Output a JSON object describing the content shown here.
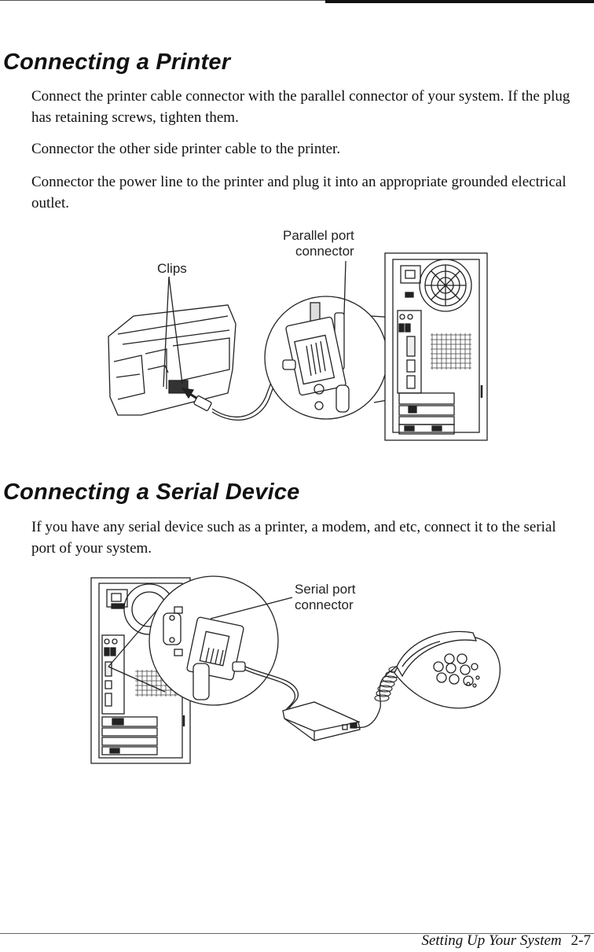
{
  "sections": {
    "printer": {
      "title": "Connecting a Printer",
      "paragraphs": [
        "Connect the printer cable connector with the parallel connector of your system. If the plug has retaining screws, tighten them.",
        "Connector the other side printer cable to the printer.",
        "Connector the power line to the printer and plug it into an appropriate grounded electrical outlet."
      ],
      "figure": {
        "label_clips": "Clips",
        "label_port_line1": "Parallel port",
        "label_port_line2": "connector"
      }
    },
    "serial": {
      "title": "Connecting a Serial Device",
      "paragraphs": [
        "If you have any serial device such as a printer, a modem, and etc, connect it to the serial port of your system."
      ],
      "figure": {
        "label_port_line1": "Serial port",
        "label_port_line2": "connector"
      }
    }
  },
  "footer": {
    "section_title": "Setting Up Your System",
    "page_number": "2-7"
  }
}
